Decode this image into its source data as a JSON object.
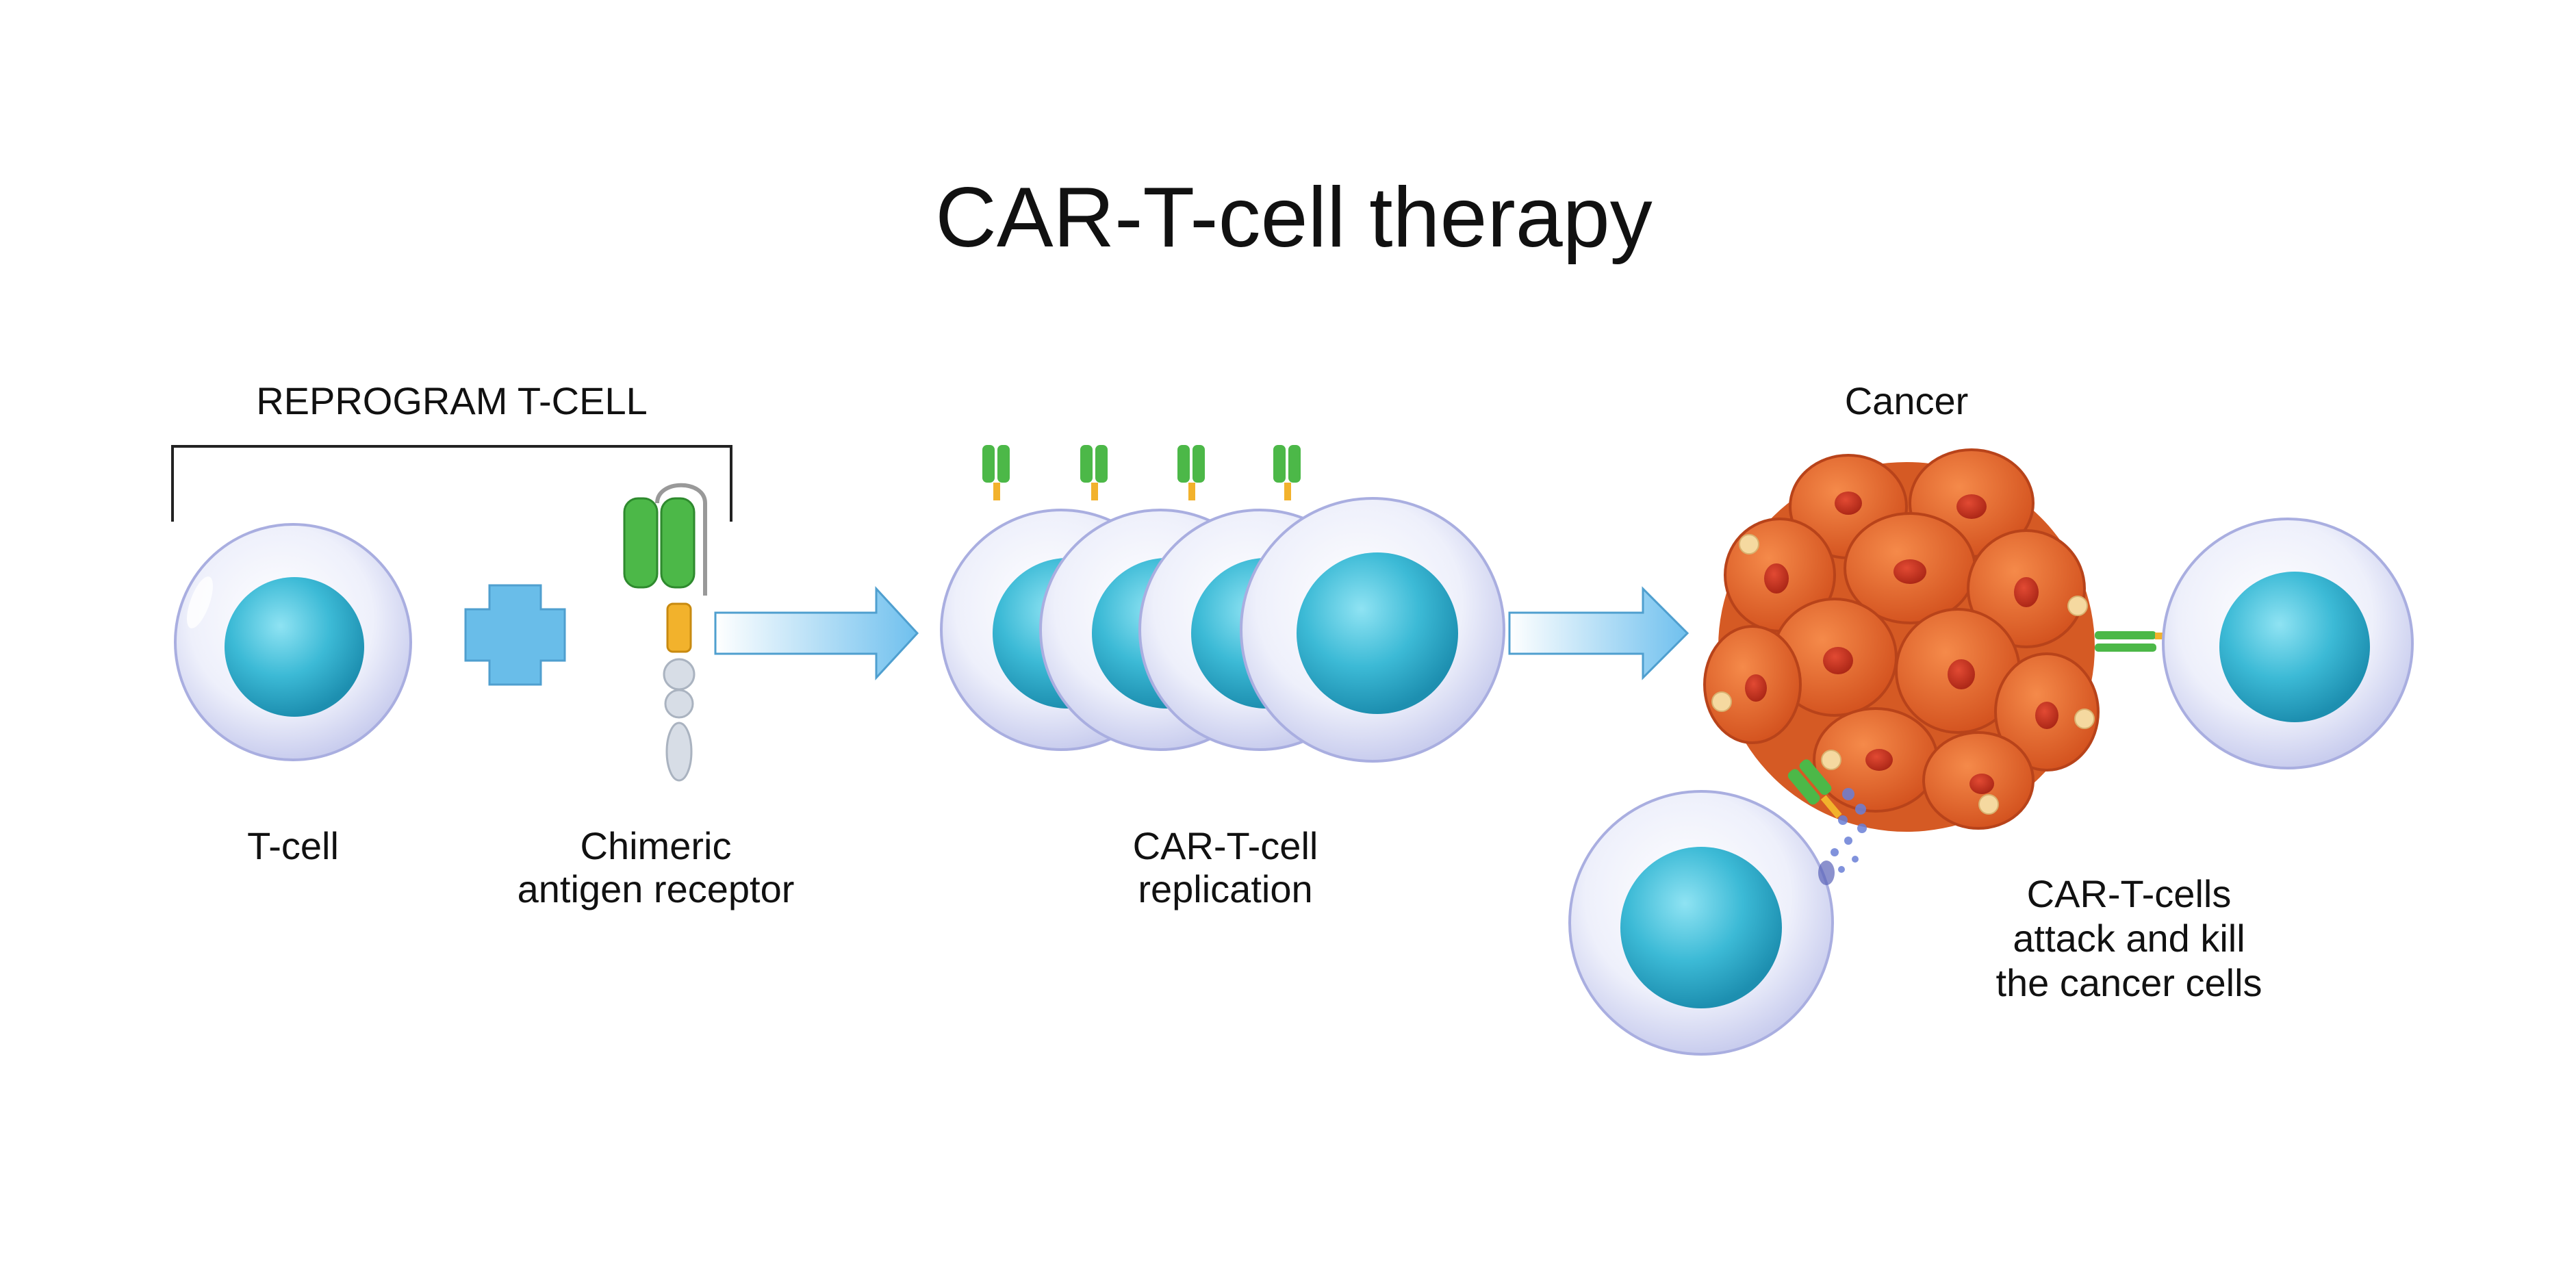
{
  "title": "CAR-T-cell therapy",
  "labels": {
    "reprogram": "REPROGRAM T-CELL",
    "t_cell": "T-cell",
    "car_line1": "Chimeric",
    "car_line2": "antigen receptor",
    "replication_line1": "CAR-T-cell",
    "replication_line2": "replication",
    "cancer": "Cancer",
    "attack_line1": "CAR-T-cells",
    "attack_line2": "attack and kill",
    "attack_line3": "the cancer cells"
  },
  "colors": {
    "nucleus": "#37b9d4",
    "cell_body": "#e9ecfa",
    "arrow": "#7ec8ef",
    "receptor_green": "#4cb848",
    "receptor_yellow": "#f2b22c",
    "cancer_cell": "#e8642a",
    "cancer_nucleus": "#c9301f"
  }
}
